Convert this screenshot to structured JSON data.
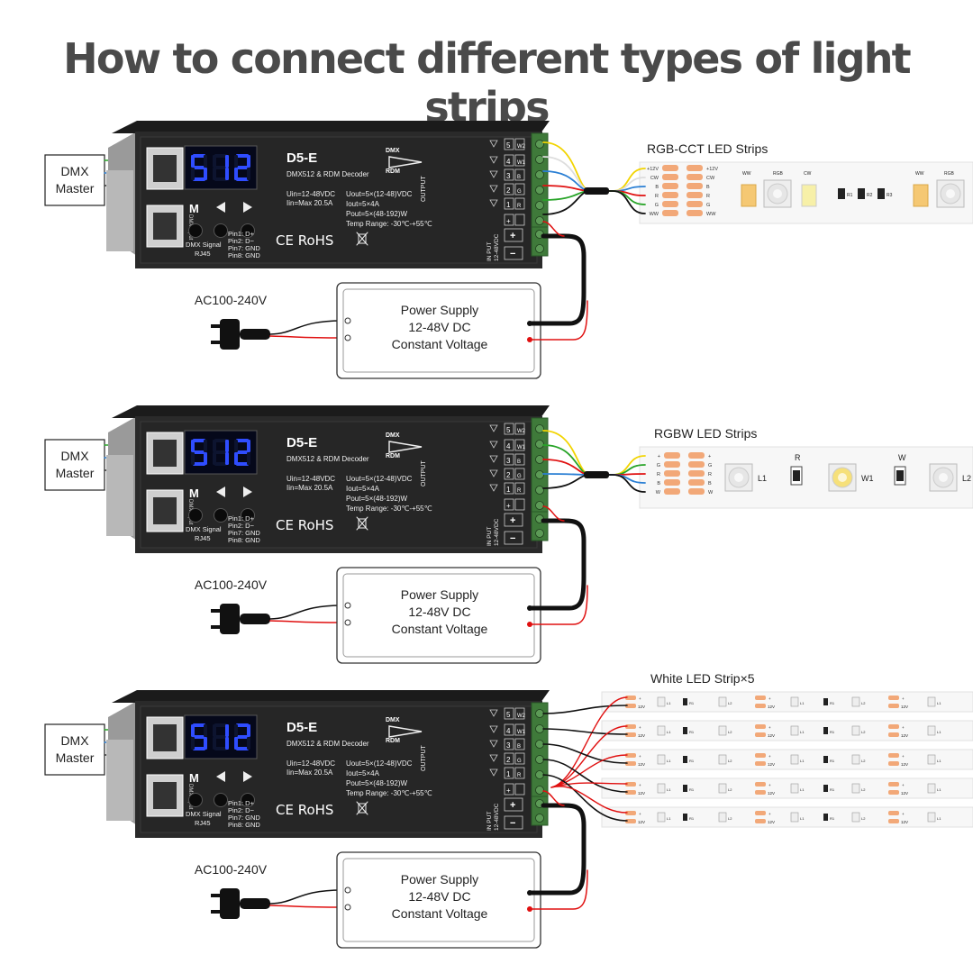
{
  "title": "How to connect different types of light strips",
  "colors": {
    "title": "#4a4a4a",
    "controller_body": "#2a2a2a",
    "display_digits": "#2f4dff",
    "terminal_green": "#3f7a3a",
    "wire_red": "#e01010",
    "wire_black": "#111111",
    "wire_yellow": "#f2d400",
    "wire_green": "#28a428",
    "wire_blue": "#2a7fd4",
    "wire_white": "#dddddd",
    "strip_pad": "#f2a878"
  },
  "controller": {
    "model": "D5-E",
    "subtitle": "DMX512 & RDM Decoder",
    "display": "512",
    "dmx_label": "DMX",
    "rdm_label": "RDM",
    "specs_left": [
      "Uin=12-48VDC",
      "Iin=Max 20.5A"
    ],
    "specs_right": [
      "Uout=5×(12-48)VDC",
      "Iout=5×4A",
      "Pout=5×(48-192)W",
      "Temp Range: -30℃-+55℃"
    ],
    "button_m": "M",
    "signal_label": [
      "DMX Signal",
      "RJ45"
    ],
    "pins": [
      "Pin1: D+",
      "Pin2: D−",
      "Pin7: GND",
      "Pin8: GND"
    ],
    "cert": "CE RoHS",
    "dmx_input_label": "DMX Input",
    "output_label": "OUTPUT",
    "input_label": [
      "IN PUT",
      "12-48VDC"
    ],
    "output_terminals": [
      "5",
      "4",
      "3",
      "2",
      "1",
      "+"
    ],
    "output_codes": [
      "W2",
      "W1",
      "B",
      "G",
      "R",
      ""
    ],
    "input_terminals": [
      "+",
      "−"
    ]
  },
  "dmx_master": [
    "DMX",
    "Master"
  ],
  "ac_label": "AC100-240V",
  "power_supply": [
    "Power Supply",
    "12-48V DC",
    "Constant Voltage"
  ],
  "sections": [
    {
      "strip_title": "RGB-CCT LED Strips",
      "pad_labels_left": [
        "+12V",
        "CW",
        "B",
        "R",
        "G",
        "WW"
      ],
      "pad_labels_right": [
        "+12V",
        "CW",
        "B",
        "R",
        "G",
        "WW"
      ],
      "led_labels": [
        "WW",
        "RGB",
        "CW",
        "WW",
        "RGB"
      ],
      "resistor_labels": [
        "R1",
        "R2",
        "R3"
      ]
    },
    {
      "strip_title": "RGBW LED Strips",
      "pad_labels_left": [
        "+",
        "G",
        "R",
        "B",
        "W"
      ],
      "pad_labels_right": [
        "+",
        "G",
        "R",
        "B",
        "W"
      ],
      "led_labels": [
        "L1",
        "R",
        "W1",
        "W",
        "L2"
      ]
    },
    {
      "strip_title": "White LED Strip×5",
      "strip_count": 5,
      "pad_labels": [
        "+",
        "12V"
      ],
      "led_labels": [
        "L1",
        "L2"
      ],
      "resistor_labels": [
        "R1"
      ]
    }
  ]
}
